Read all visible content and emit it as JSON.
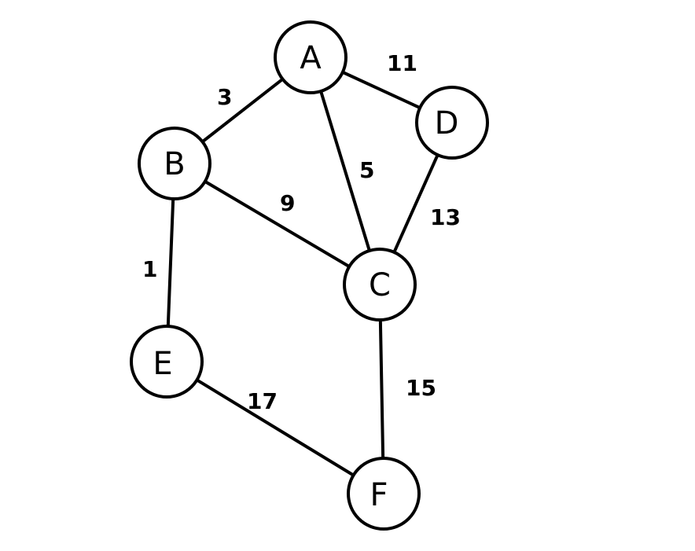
{
  "graph": {
    "nodes": [
      {
        "id": "A",
        "label": "A"
      },
      {
        "id": "B",
        "label": "B"
      },
      {
        "id": "C",
        "label": "C"
      },
      {
        "id": "D",
        "label": "D"
      },
      {
        "id": "E",
        "label": "E"
      },
      {
        "id": "F",
        "label": "F"
      }
    ],
    "edges": [
      {
        "from": "A",
        "to": "B",
        "weight": "3"
      },
      {
        "from": "A",
        "to": "D",
        "weight": "11"
      },
      {
        "from": "A",
        "to": "C",
        "weight": "5"
      },
      {
        "from": "D",
        "to": "C",
        "weight": "13"
      },
      {
        "from": "B",
        "to": "C",
        "weight": "9"
      },
      {
        "from": "B",
        "to": "E",
        "weight": "1"
      },
      {
        "from": "E",
        "to": "F",
        "weight": "17"
      },
      {
        "from": "C",
        "to": "F",
        "weight": "15"
      }
    ]
  }
}
